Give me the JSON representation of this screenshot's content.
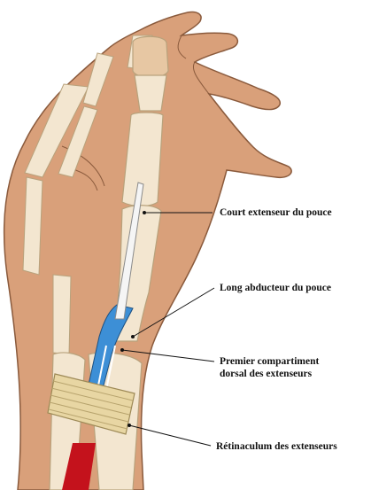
{
  "labels": {
    "court_extenseur": "Court extenseur du pouce",
    "long_abducteur": "Long abducteur du pouce",
    "premier_compartiment_line1": "Premier compartiment",
    "premier_compartiment_line2": "dorsal des extenseurs",
    "retinaculum": "Rétinaculum des extenseurs"
  },
  "colors": {
    "skin": "#d9a07a",
    "skin_outline": "#8a5a3c",
    "bone": "#f3e6d0",
    "bone_outline": "#b8a27c",
    "tendon_blue": "#3d8fd6",
    "tendon_white": "#f5f5f5",
    "muscle_red": "#c4121c",
    "retinaculum": "#e8d6a3",
    "leader_line": "#111111"
  }
}
